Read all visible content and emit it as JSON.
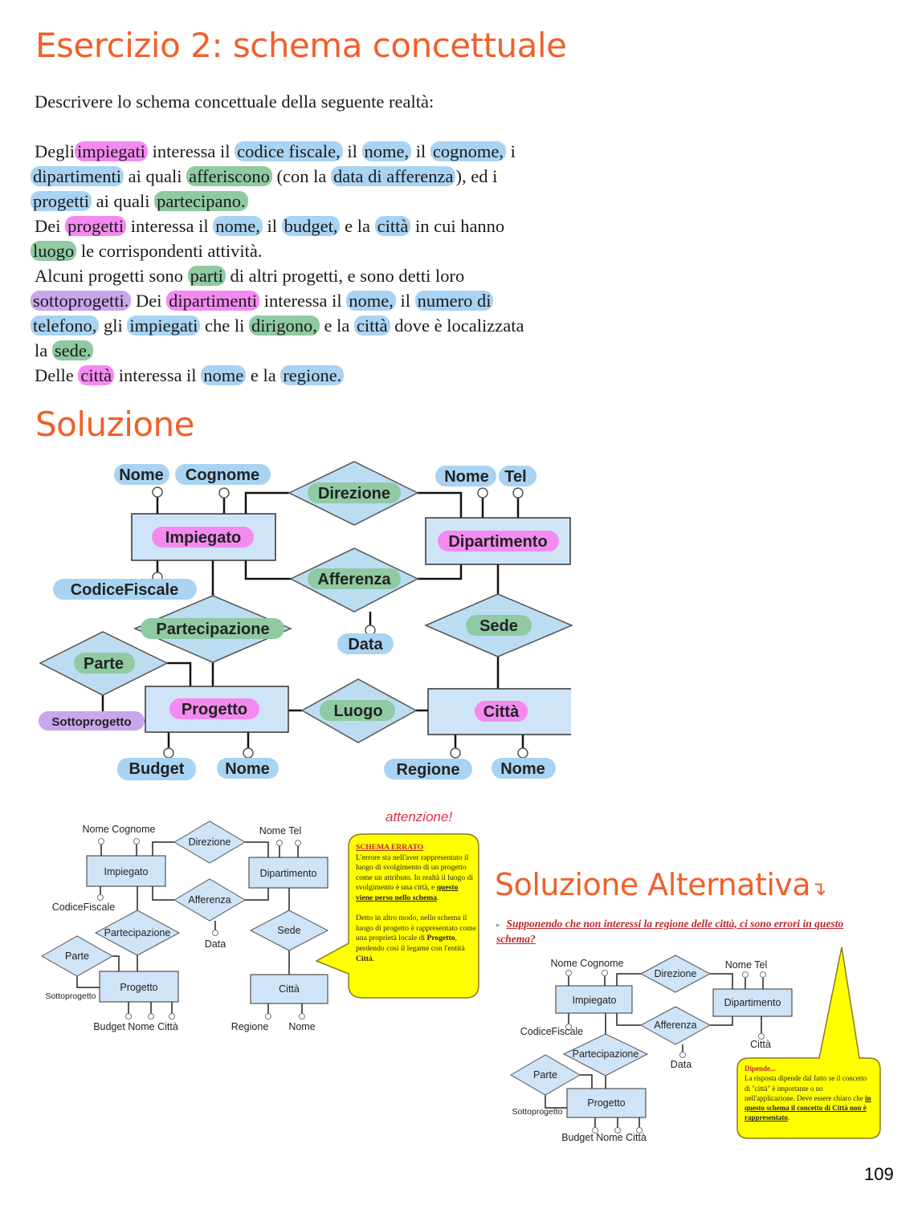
{
  "title": "Esercizio 2: schema concettuale",
  "intro": "Descrivere lo schema concettuale della seguente realtà:",
  "paragraph": [
    [
      {
        "t": "Degli"
      },
      {
        "t": "impiegati",
        "h": "pink"
      },
      {
        "t": " interessa il "
      },
      {
        "t": "codice fiscale,",
        "h": "blue"
      },
      {
        "t": " il "
      },
      {
        "t": "nome,",
        "h": "blue"
      },
      {
        "t": " il "
      },
      {
        "t": "cognome,",
        "h": "blue"
      },
      {
        "t": " i"
      }
    ],
    [
      {
        "t": "dipartimenti",
        "h": "blue"
      },
      {
        "t": " ai quali "
      },
      {
        "t": "afferiscono",
        "h": "green"
      },
      {
        "t": " (con la "
      },
      {
        "t": "data di afferenza",
        "h": "blue"
      },
      {
        "t": "), ed i"
      }
    ],
    [
      {
        "t": "progetti",
        "h": "blue"
      },
      {
        "t": " ai quali "
      },
      {
        "t": "partecipano.",
        "h": "green"
      }
    ],
    [
      {
        "t": "Dei "
      },
      {
        "t": "progetti",
        "h": "pink"
      },
      {
        "t": " interessa il "
      },
      {
        "t": "nome,",
        "h": "blue"
      },
      {
        "t": " il "
      },
      {
        "t": "budget,",
        "h": "blue"
      },
      {
        "t": " e la "
      },
      {
        "t": "città",
        "h": "blue"
      },
      {
        "t": " in cui hanno"
      }
    ],
    [
      {
        "t": "luogo",
        "h": "green"
      },
      {
        "t": " le corrispondenti attività."
      }
    ],
    [
      {
        "t": "Alcuni progetti sono "
      },
      {
        "t": "parti",
        "h": "green"
      },
      {
        "t": " di altri progetti, e sono detti loro"
      }
    ],
    [
      {
        "t": "sottoprogetti.",
        "h": "purple"
      },
      {
        "t": " Dei "
      },
      {
        "t": "dipartimenti",
        "h": "pink"
      },
      {
        "t": " interessa il "
      },
      {
        "t": "nome,",
        "h": "blue"
      },
      {
        "t": " il "
      },
      {
        "t": "numero di",
        "h": "blue"
      }
    ],
    [
      {
        "t": "telefono,",
        "h": "blue"
      },
      {
        "t": " gli "
      },
      {
        "t": "impiegati",
        "h": "blue"
      },
      {
        "t": " che li "
      },
      {
        "t": "dirigono,",
        "h": "green"
      },
      {
        "t": " e la "
      },
      {
        "t": "città",
        "h": "blue"
      },
      {
        "t": " dove è localizzata"
      }
    ],
    [
      {
        "t": "la "
      },
      {
        "t": "sede.",
        "h": "green"
      }
    ],
    [
      {
        "t": "Delle "
      },
      {
        "t": "città",
        "h": "pink"
      },
      {
        "t": " interessa il "
      },
      {
        "t": "nome",
        "h": "blue"
      },
      {
        "t": " e la "
      },
      {
        "t": "regione.",
        "h": "blue"
      }
    ]
  ],
  "solution_title": "Soluzione",
  "main_diagram": {
    "entities": {
      "impiegato": "Impiegato",
      "dipartimento": "Dipartimento",
      "progetto": "Progetto",
      "citta": "Città"
    },
    "relations": {
      "direzione": "Direzione",
      "afferenza": "Afferenza",
      "partecipazione": "Partecipazione",
      "sede": "Sede",
      "parte": "Parte",
      "luogo": "Luogo"
    },
    "attributes": {
      "nome1": "Nome",
      "cognome": "Cognome",
      "nome_dip": "Nome",
      "tel": "Tel",
      "codicefiscale": "CodiceFiscale",
      "data": "Data",
      "sottoprogetto": "Sottoprogetto",
      "budget": "Budget",
      "nome_prog": "Nome",
      "regione": "Regione",
      "nome_citta": "Nome"
    }
  },
  "attention": "attenzione!",
  "wrong_diagram": {
    "nome_cognome": "Nome  Cognome",
    "nome_tel": "Nome Tel",
    "impiegato": "Impiegato",
    "dipartimento": "Dipartimento",
    "direzione": "Direzione",
    "afferenza": "Afferenza",
    "codicefiscale": "CodiceFiscale",
    "partecipazione": "Partecipazione",
    "data": "Data",
    "sede": "Sede",
    "parte": "Parte",
    "progetto": "Progetto",
    "sottoprogetto": "Sottoprogetto",
    "citta": "Città",
    "budget_nome_citta": "Budget  Nome  Città",
    "regione": "Regione",
    "nome": "Nome"
  },
  "callout1": {
    "heading": "SCHEMA ERRATO",
    "text1": "L'errore sta nell'aver rappresentato il luogo di svolgimento di un progetto come un attributo. In realtà il luogo di svolgimento è una città, e ",
    "text1_bold": "questo viene perso nello schema",
    "text2": "Detto in altro modo, nello schema il luogo di progetto è rappresentato come una proprietà locale di ",
    "progetto": "Progetto",
    "text3": ", perdendo così il legame con l'entità ",
    "citta": "Città"
  },
  "alt_title": "Soluzione Alternativa",
  "alt_question": "Supponendo che non interessi la regione delle città, ci sono errori in questo schema?",
  "alt_diagram": {
    "nome_cognome": "Nome  Cognome",
    "nome_tel": "Nome Tel",
    "impiegato": "Impiegato",
    "dipartimento": "Dipartimento",
    "direzione": "Direzione",
    "afferenza": "Afferenza",
    "codicefiscale": "CodiceFiscale",
    "citta": "Città",
    "partecipazione": "Partecipazione",
    "data": "Data",
    "parte": "Parte",
    "progetto": "Progetto",
    "sottoprogetto": "Sottoprogetto",
    "budget_nome_citta": "Budget  Nome  Città"
  },
  "callout2": {
    "heading": "Dipende...",
    "text": "La risposta dipende dal fatto se il concetto di \"città\" è importante o no nell'applicazione. Deve essere chiaro che ",
    "bold": "in questo schema il concetto di Città non è rappresentato"
  },
  "page_number": "109",
  "colors": {
    "title": "#f0602a",
    "entity_fill": "#cfe4f7",
    "relation_fill": "#bcdcf2",
    "pink": "#f48af0",
    "blue": "#a9d3f2",
    "green": "#8fcaa2",
    "purple": "#c9a6ec",
    "callout": "#ffff00"
  }
}
